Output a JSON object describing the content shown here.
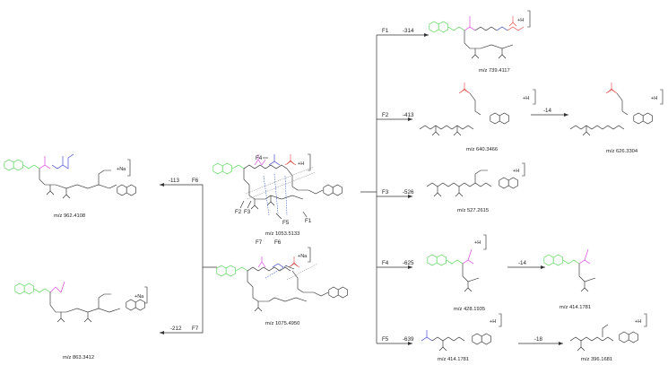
{
  "center": {
    "h_ion": "+H",
    "h_mz": "m/z 1053.5133",
    "na_ion": "+Na",
    "na_mz": "m/z 1075.4950",
    "cleavage_labels": [
      "F4",
      "F2",
      "F3",
      "F5",
      "F1"
    ],
    "na_cleavage_labels": [
      "F7",
      "F6"
    ]
  },
  "left": {
    "f6": {
      "loss": "-113",
      "label": "F6",
      "ion": "+Na",
      "mz": "m/z 962.4108"
    },
    "f7": {
      "loss": "-212",
      "label": "F7",
      "ion": "+Na",
      "mz": "m/z 863.3412"
    }
  },
  "right": [
    {
      "label": "F1",
      "loss": "-314",
      "ion": "+H",
      "mz": "m/z 739.4117"
    },
    {
      "label": "F2",
      "loss": "-413",
      "ion": "+H",
      "mz": "m/z 640.3466",
      "sub_loss": "-14",
      "sub_ion": "+H",
      "sub_mz": "m/z 626.3304"
    },
    {
      "label": "F3",
      "loss": "-526",
      "ion": "+H",
      "mz": "m/z 527.2615"
    },
    {
      "label": "F4",
      "loss": "-625",
      "ion": "+H",
      "mz": "m/z 428.1935",
      "sub_loss": "-14",
      "sub_mz": "m/z 414.1781"
    },
    {
      "label": "F5",
      "loss": "-639",
      "ion": "+H",
      "mz": "m/z 414.1781",
      "sub_loss": "-18",
      "sub_ion": "+H",
      "sub_mz": "m/z 396.1681"
    }
  ],
  "colors": {
    "quinoxaline": "#3fd23f",
    "magenta_unit": "#d62fd6",
    "blue_unit": "#2a35c8",
    "red_unit": "#e0413a",
    "structure": "#222222"
  }
}
